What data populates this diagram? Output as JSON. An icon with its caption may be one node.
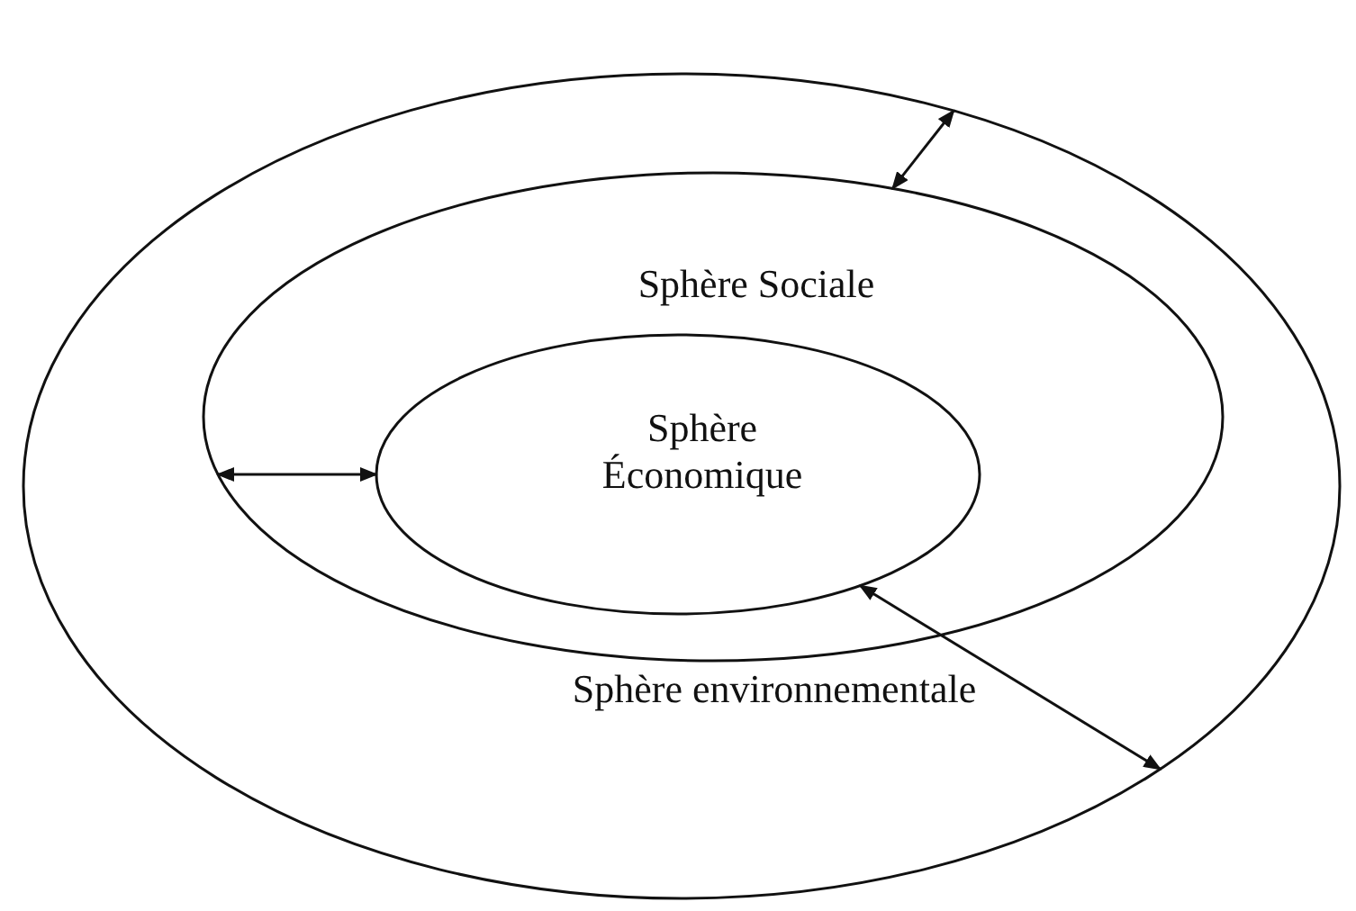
{
  "diagram": {
    "nodes": [
      {
        "text": [
          "Sphère environnementale"
        ]
      },
      {
        "text": [
          "Sphère Sociale"
        ],
        "in": 0
      },
      {
        "text": [
          "Sphère Économique"
        ],
        "in": 1
      }
    ],
    "edges": [
      {
        "from": 1,
        "to": 0,
        "arrow": "both"
      },
      {
        "from": 2,
        "to": 1,
        "arrow": "both"
      },
      {
        "from": 2,
        "to": 0,
        "arrow": "both"
      }
    ]
  }
}
